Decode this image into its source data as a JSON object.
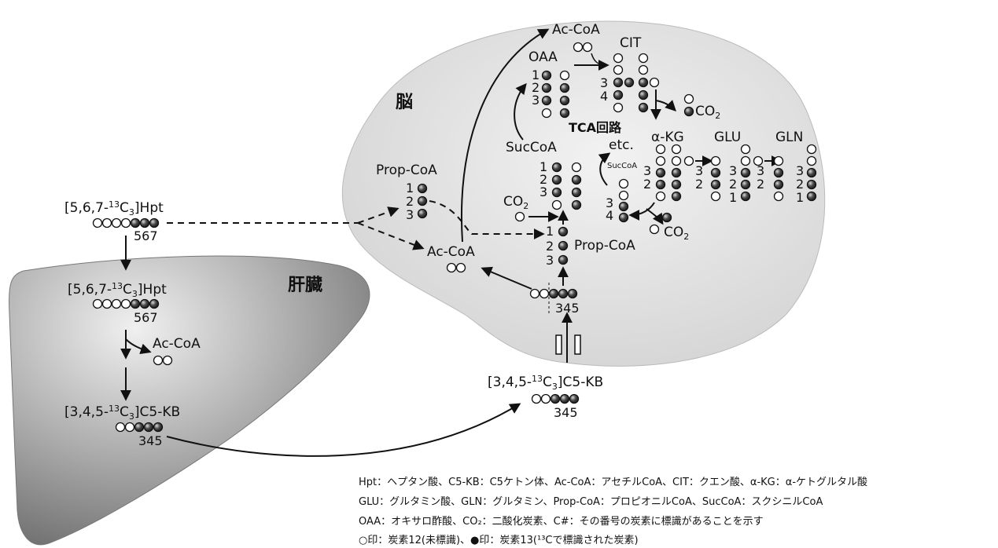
{
  "organs": {
    "brain": "脳",
    "liver": "肝臓"
  },
  "brain": {
    "acoa_top": "Ac-CoA",
    "cit": "CIT",
    "oaa": "OAA",
    "co2_a": "CO",
    "co2_a_sub": "2",
    "tca": "TCA回路",
    "etc": "etc.",
    "akg": "α-KG",
    "glu": "GLU",
    "gln": "GLN",
    "succoa": "SucCoA",
    "succoa_small": "SucCoA",
    "co2_b": "CO",
    "co2_b_sub": "2",
    "co2_c": "CO",
    "co2_c_sub": "2",
    "propcoa_left": "Prop-CoA",
    "propcoa_right": "Prop-CoA",
    "acoa_mid": "Ac-CoA",
    "num_345": "345"
  },
  "left": {
    "hpt_prefix": "[5,6,7-",
    "hpt_sup": "13",
    "hpt_suffix": "C",
    "hpt_sub": "3",
    "hpt_name": "]Hpt",
    "num_567": "567"
  },
  "liver": {
    "hpt_prefix": "[5,6,7-",
    "hpt_sup": "13",
    "hpt_suffix": "C",
    "hpt_sub": "3",
    "hpt_name": "]Hpt",
    "num_567": "567",
    "acoa": "Ac-CoA",
    "kb_prefix": "[3,4,5-",
    "kb_sup": "13",
    "kb_suffix": "C",
    "kb_sub": "3",
    "kb_name": "]C5-KB",
    "num_345": "345"
  },
  "blood": {
    "kb_prefix": "[3,4,5-",
    "kb_sup": "13",
    "kb_suffix": "C",
    "kb_sub": "3",
    "kb_name": "]C5-KB",
    "num_345": "345"
  },
  "legend": [
    "Hpt：ヘプタン酸、C5-KB：C5ケトン体、Ac-CoA：アセチルCoA、CIT：クエン酸、α-KG：α-ケトグルタル酸",
    "GLU：グルタミン酸、GLN：グルタミン、Prop-CoA：プロピオニルCoA、SucCoA：スクシニルCoA",
    "OAA：オキサロ酢酸、CO₂：二酸化炭素、C#：その番号の炭素に標識があることを示す",
    "○印：炭素12(未標識)、●印：炭素13(¹³Cで標識された炭素)"
  ],
  "colors": {
    "labeled": "#3a3a3a",
    "unlabeled": "#ffffff",
    "brain_fill": "#e3e3e3",
    "liver_fill": "#9a9a9a"
  }
}
